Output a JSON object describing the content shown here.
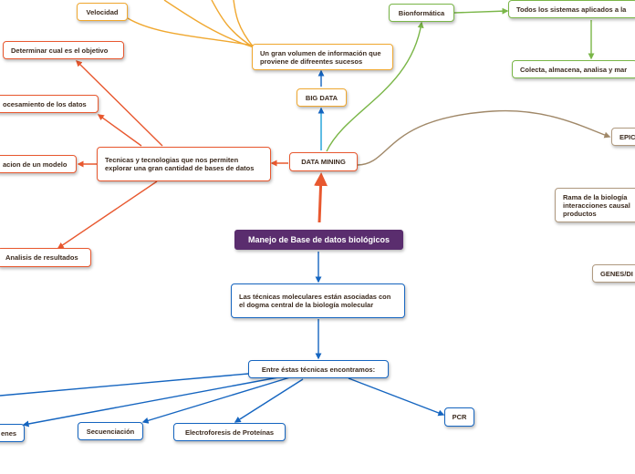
{
  "root": "Manejo de Base de datos biológicos",
  "nodes": {
    "velocidad": "Velocidad",
    "bioinformatica": "Bionformática",
    "todos_sistemas": "Todos los sistemas aplicados a la",
    "objetivo": "Determinar cual es el objetivo",
    "gran_volumen": "Un gran volumen de información que proviene de difreentes sucesos",
    "colecta": "Colecta, almacena, analisa y mar",
    "procesamiento": "ocesamiento de los datos",
    "big_data": "BIG DATA",
    "epic": "EPIC",
    "tecnicas_tecnologias": "Tecnicas y tecnologias que nos permiten explorar una gran cantidad de bases de datos",
    "data_mining": "DATA MINING",
    "modelo": "acion de un modelo",
    "rama_biologia": "Rama de la biología interacciones causal productos",
    "analisis": "Analisis de resultados",
    "genes": "GENES/DI",
    "tecnicas_moleculares": "Las técnicas moleculares están asociadas con el dogma central de la biología molecular",
    "entre_estas": "Entre éstas técnicas encontramos:",
    "pcr": "PCR",
    "enes": "enes",
    "secuenciacion": "Secuenciación",
    "electroforesis": "Electroforesis de Proteínas"
  },
  "colors": {
    "root_fill": "#5a2d6e",
    "orange": "#e8582f",
    "yellow": "#f0a830",
    "green": "#7ab648",
    "blue": "#1565c0",
    "tan": "#b09a80",
    "text": "#3b2a1e"
  }
}
